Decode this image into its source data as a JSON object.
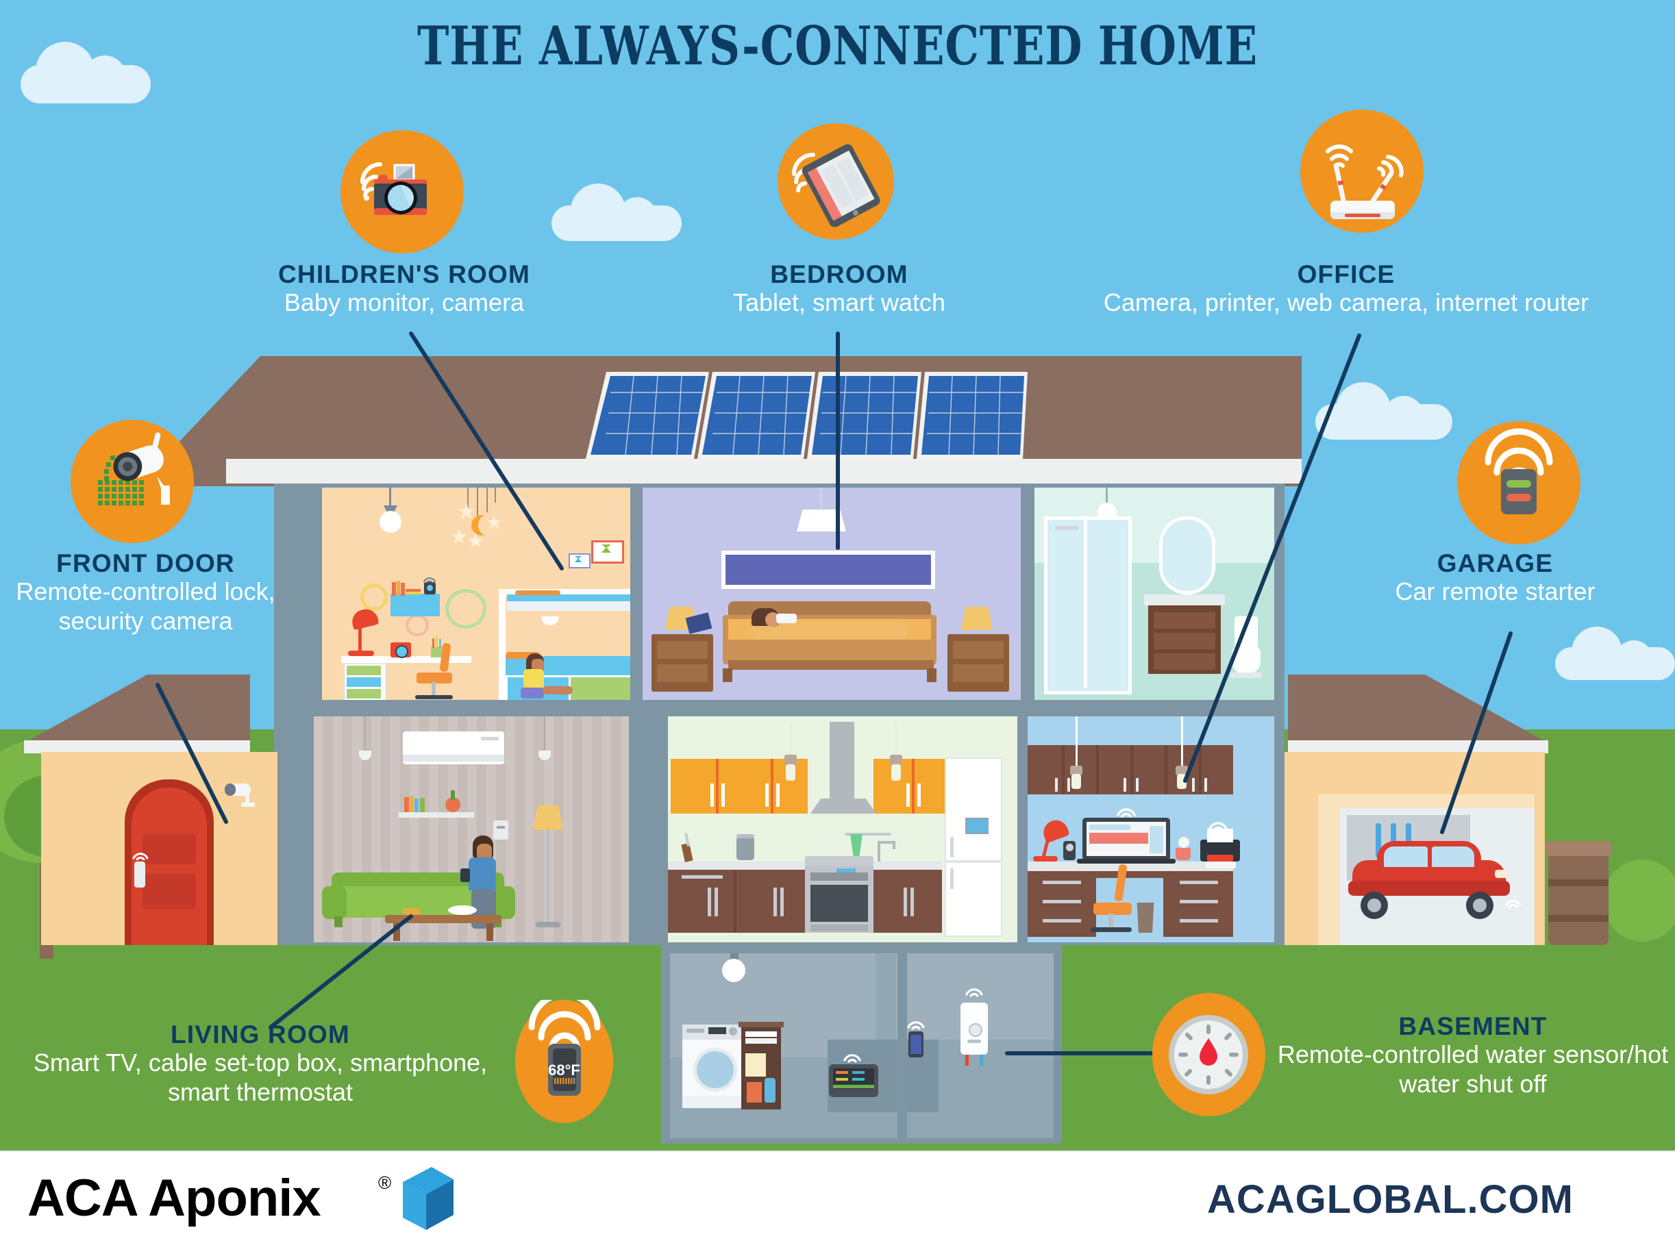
{
  "title": "THE ALWAYS-CONNECTED HOME",
  "theme": {
    "sky": "#6cc4ea",
    "grass": "#69a442",
    "navy": "#0d3c61",
    "orange": "#f0941f",
    "white": "#ffffff",
    "roof_brown": "#8a6e61"
  },
  "callouts": [
    {
      "id": "childrens-room",
      "heading": "CHILDREN'S ROOM",
      "body": "Baby monitor, camera",
      "icon": "camera-wifi-icon"
    },
    {
      "id": "bedroom",
      "heading": "BEDROOM",
      "body": "Tablet, smart watch",
      "icon": "tablet-wifi-icon"
    },
    {
      "id": "office",
      "heading": "OFFICE",
      "body": "Camera, printer, web camera, internet router",
      "icon": "wifi-router-icon"
    },
    {
      "id": "front-door",
      "heading": "FRONT DOOR",
      "body": "Remote-controlled lock, security camera",
      "icon": "security-camera-lock-icon"
    },
    {
      "id": "garage",
      "heading": "GARAGE",
      "body": "Car remote starter",
      "icon": "remote-control-wifi-icon"
    },
    {
      "id": "living-room",
      "heading": "LIVING ROOM",
      "body": "Smart TV, cable set-top box, smartphone, smart thermostat",
      "icon": "smart-thermostat-icon"
    },
    {
      "id": "basement",
      "heading": "BASEMENT",
      "body": "Remote-controlled water sensor/hot water shut off",
      "icon": "water-meter-icon"
    }
  ],
  "thermostat": {
    "reading": "68°F"
  },
  "footer": {
    "logo_name": "ACA Aponix",
    "logo_registered": "®",
    "website": "ACAGLOBAL.COM"
  }
}
